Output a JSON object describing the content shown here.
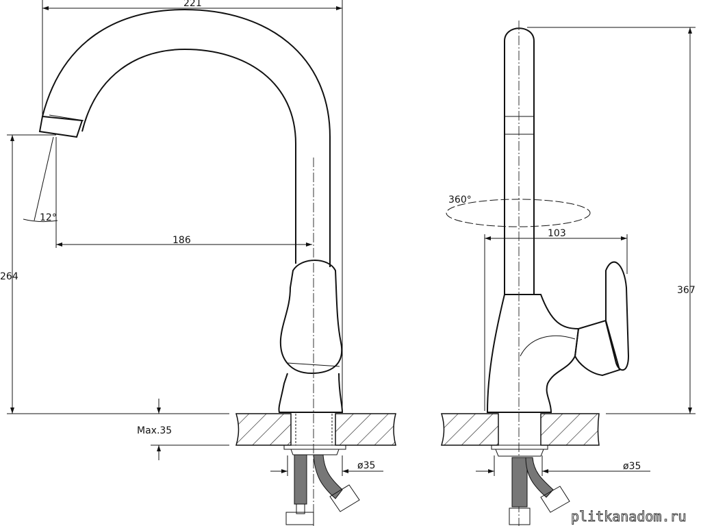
{
  "drawing": {
    "front_view": {
      "dim_width": "221",
      "dim_height": "264",
      "dim_reach": "186",
      "dim_angle": "12°",
      "dim_max_thickness": "Max.35",
      "dim_hole_diameter": "ø35"
    },
    "side_view": {
      "dim_rotation": "360°",
      "dim_depth": "103",
      "dim_height": "367",
      "dim_hole_diameter": "ø35"
    },
    "watermark": "plitkanadom.ru"
  }
}
